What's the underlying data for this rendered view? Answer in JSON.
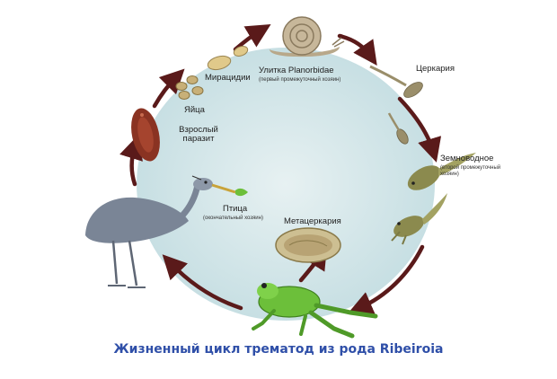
{
  "caption": "Жизненный цикл трематод из рода Ribeiroia",
  "stages": {
    "snail": {
      "label": "Улитка Planorbidae",
      "note": "(первый промежуточный хозяин)"
    },
    "cercaria": {
      "label": "Церкария"
    },
    "amphibian": {
      "label": "Земноводное",
      "note": "(второй промежуточный хозяин)"
    },
    "metacercaria": {
      "label": "Метацеркария"
    },
    "bird": {
      "label": "Птица",
      "note": "(окончательный хозяин)"
    },
    "adult": {
      "label": "Взрослый паразит"
    },
    "eggs": {
      "label": "Яйца"
    },
    "miracidia": {
      "label": "Мирацидии"
    }
  },
  "colors": {
    "arrow": "#5a1a1a",
    "background_disc": "#d6e7ea",
    "caption": "#2f4fa8",
    "frog": "#6cbf3a",
    "heron": "#7a8596",
    "parasite": "#8a3322"
  },
  "icons": [
    "snail-icon",
    "cercaria-icon",
    "tadpole-icon",
    "frog-icon",
    "heron-icon",
    "adult-parasite-icon",
    "egg-icon",
    "miracidium-icon",
    "metacercaria-icon"
  ]
}
